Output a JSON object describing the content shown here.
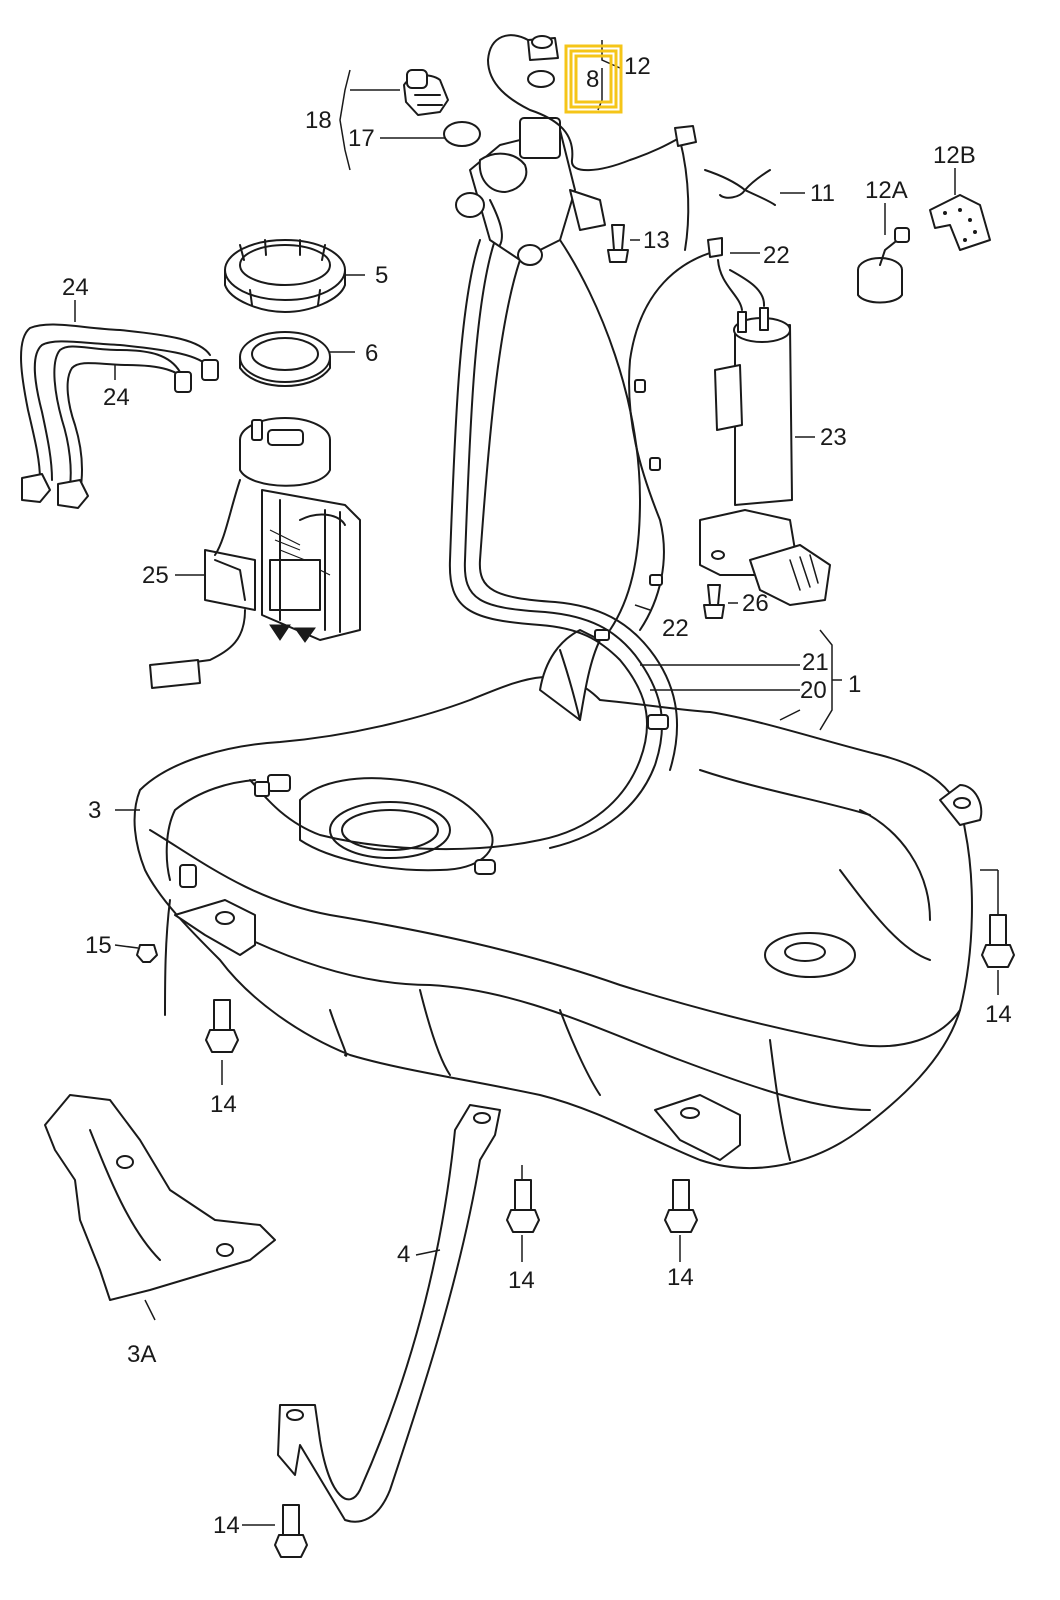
{
  "diagram": {
    "highlight_color": "#f5c518",
    "highlighted_callout": "8",
    "callouts": {
      "c1": "1",
      "c3": "3",
      "c3a": "3A",
      "c4": "4",
      "c5": "5",
      "c6": "6",
      "c8": "8",
      "c11": "11",
      "c12": "12",
      "c12a": "12A",
      "c12b": "12B",
      "c13": "13",
      "c14_a": "14",
      "c14_b": "14",
      "c14_c": "14",
      "c14_d": "14",
      "c14_e": "14",
      "c15": "15",
      "c17": "17",
      "c18": "18",
      "c20": "20",
      "c21": "21",
      "c22_a": "22",
      "c22_b": "22",
      "c23": "23",
      "c24_a": "24",
      "c24_b": "24",
      "c25": "25",
      "c26": "26"
    }
  }
}
